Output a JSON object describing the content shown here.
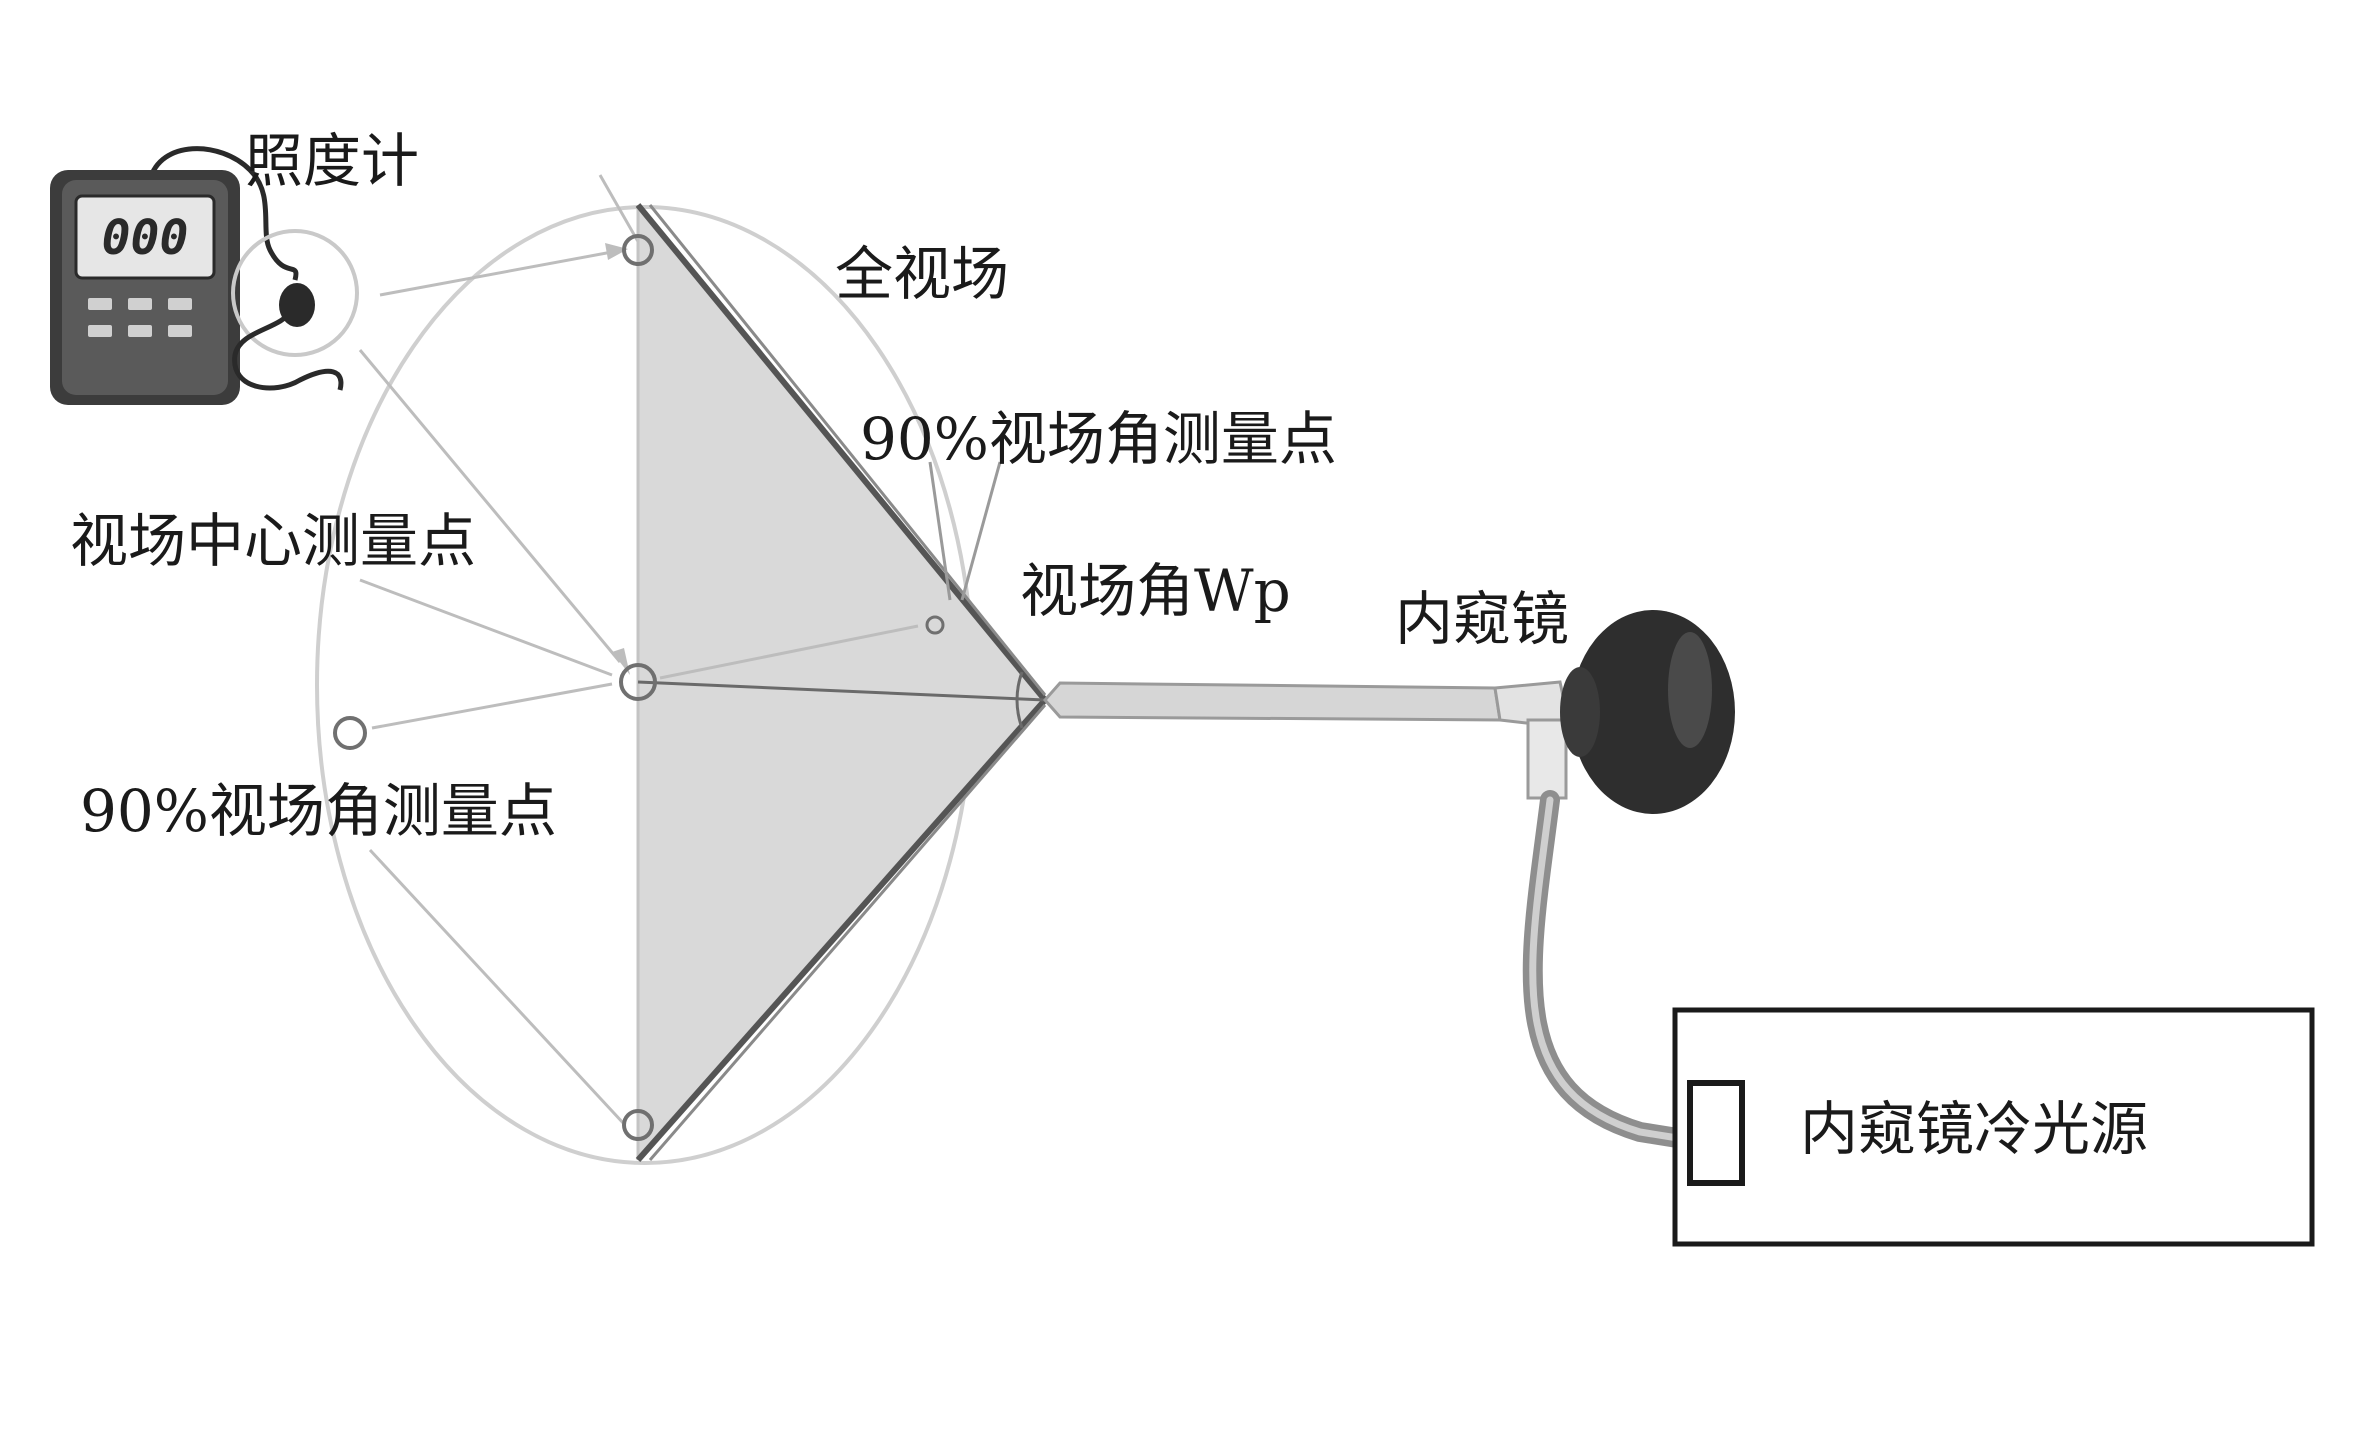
{
  "labels": {
    "illuminometer": "照度计",
    "full_field_of_view": "全视场",
    "fov90_point_right": "90%视场角测量点",
    "fov_center_point": "视场中心测量点",
    "fov_angle": "视场角Wp",
    "endoscope": "内窥镜",
    "fov90_point_left": "90%视场角测量点",
    "endoscope_cold_light_source": "内窥镜冷光源"
  },
  "meter": {
    "display_reading": "000"
  },
  "colors": {
    "outline": "#555555",
    "light_gray": "#bdbdbd",
    "cone_fill": "#d9d9d9",
    "ellipse": "#cfcfcf",
    "eyepiece": "#2e2e2e",
    "text": "#1a1a1a"
  }
}
